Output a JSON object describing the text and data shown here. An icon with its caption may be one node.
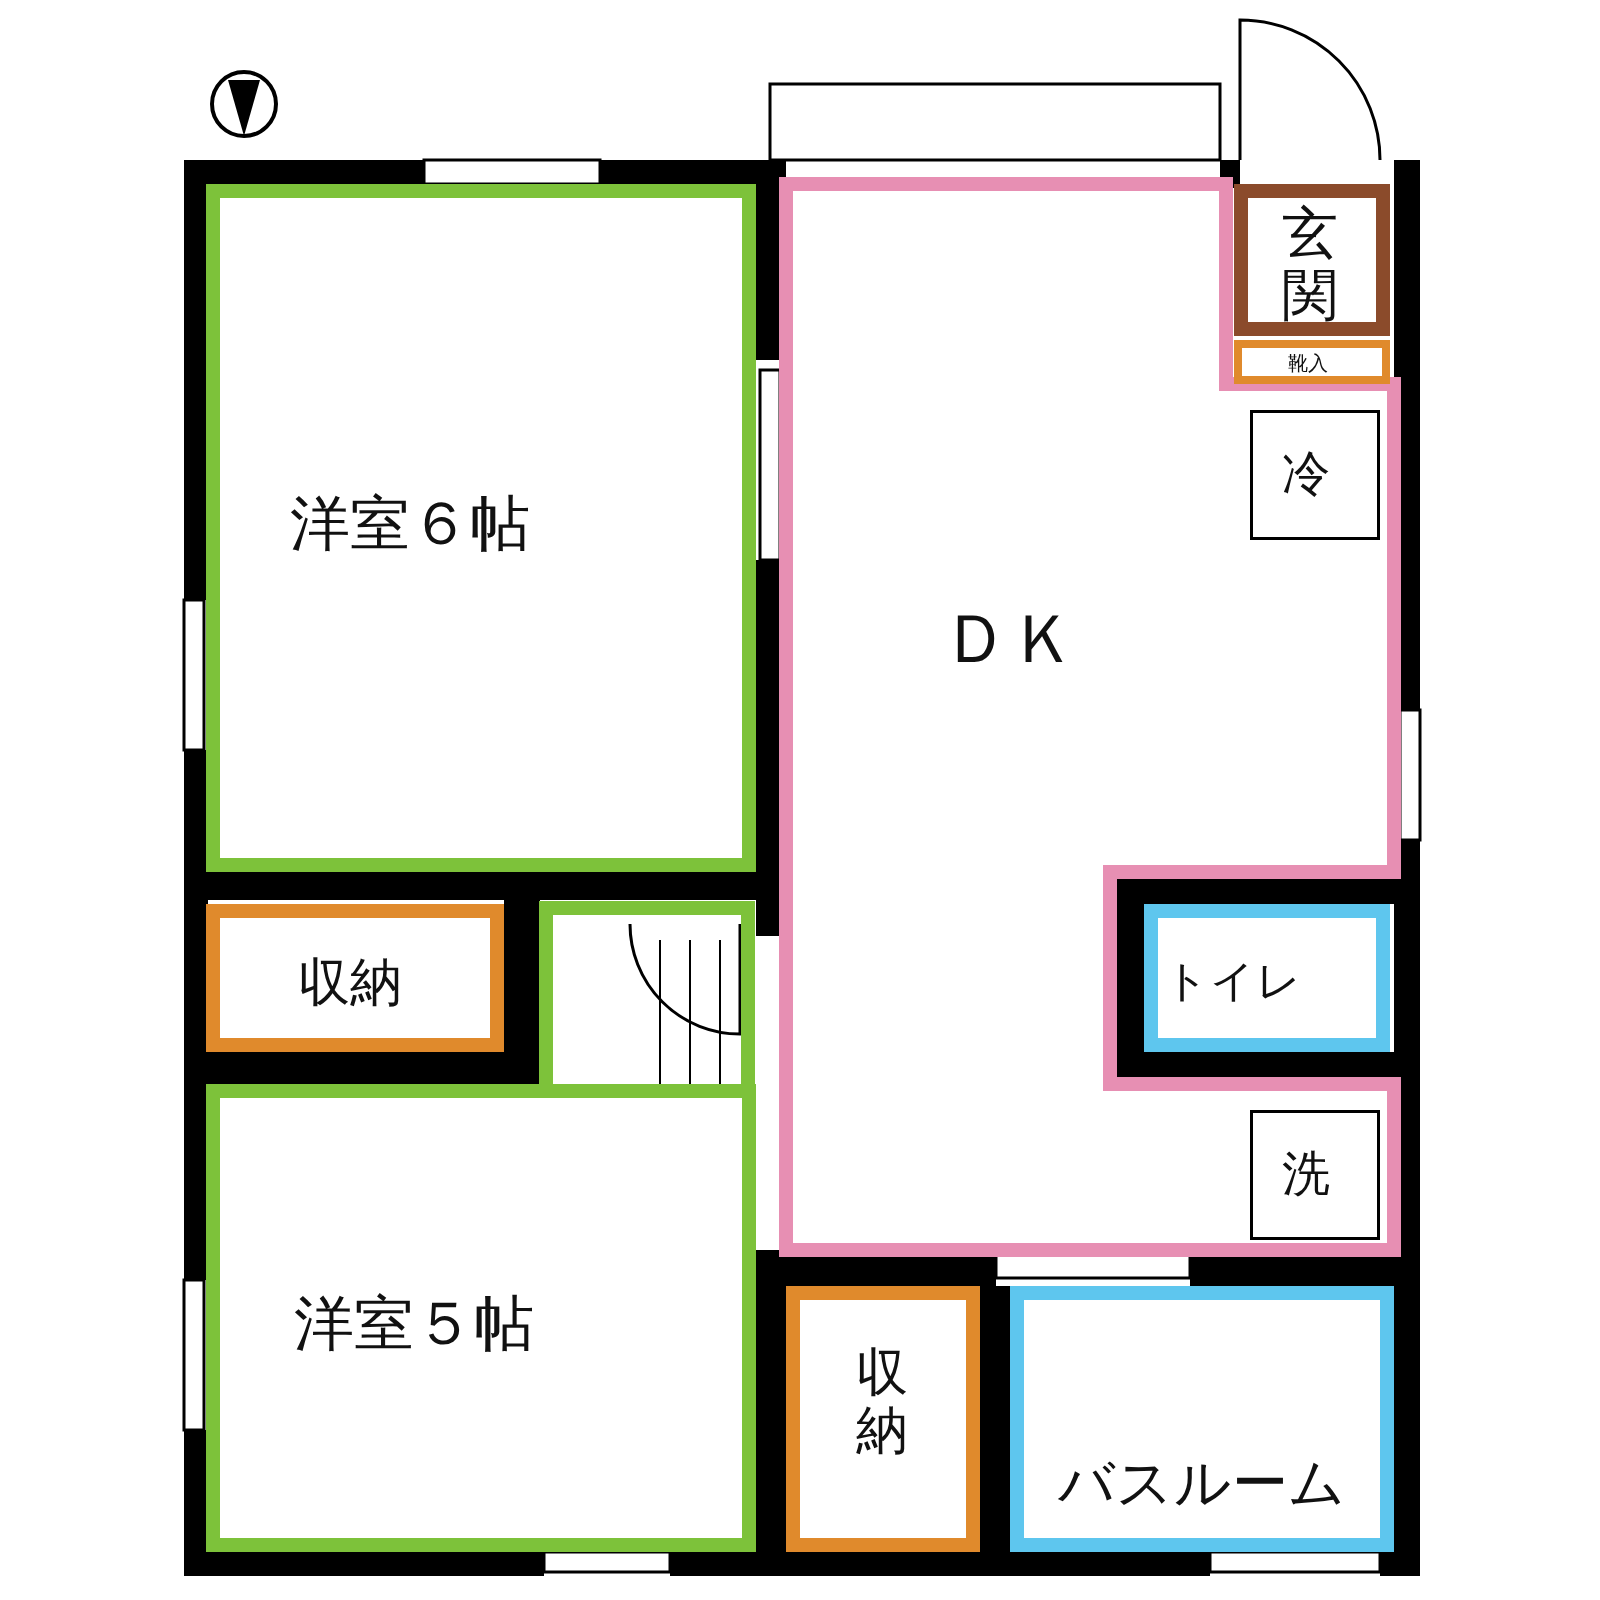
{
  "diagram": {
    "nodes": [
      {
        "text": [
          "洋室６帖"
        ]
      },
      {
        "text": [
          "収納"
        ]
      },
      {
        "text": [
          "洋室５帖"
        ]
      },
      {
        "text": [
          "ＤＫ"
        ]
      },
      {
        "text": [
          "玄関"
        ]
      },
      {
        "text": [
          "靴入"
        ]
      },
      {
        "text": [
          "冷"
        ],
        "in": 3
      },
      {
        "text": [
          "トイレ"
        ]
      },
      {
        "text": [
          "洗"
        ],
        "in": 3
      },
      {
        "text": [
          "収納"
        ]
      },
      {
        "text": [
          "バスルーム"
        ]
      }
    ]
  }
}
